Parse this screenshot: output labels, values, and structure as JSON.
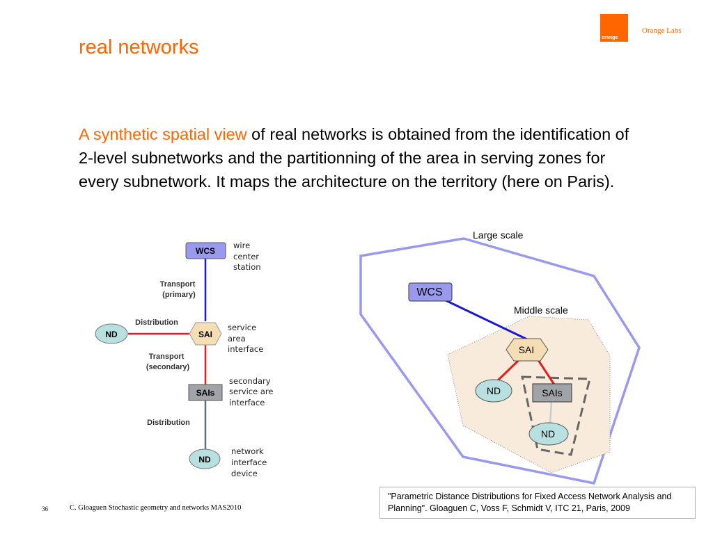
{
  "header": {
    "logo_word": "orange",
    "brand": "Orange Labs",
    "title": "real networks"
  },
  "body": {
    "highlight": "A synthetic spatial view",
    "text": " of real networks is obtained from the identification of 2-level subnetworks and the partitionning of the area  in serving zones for every subnetwork. It maps the architecture on the territory (here on Paris)."
  },
  "left_diagram": {
    "nodes": {
      "wcs": "WCS",
      "sai": "SAI",
      "sais": "SAIs",
      "nd_left": "ND",
      "nd_bottom": "ND"
    },
    "descriptions": {
      "wcs": [
        "wire",
        "center",
        "station"
      ],
      "sai": [
        "service",
        "area",
        "interface"
      ],
      "sais": [
        "secondary",
        "service are",
        "interface"
      ],
      "nd": [
        "network",
        "interface",
        "device"
      ]
    },
    "links": {
      "transport_primary": [
        "Transport",
        "(primary)"
      ],
      "distribution_top": "Distribution",
      "transport_secondary": [
        "Transport",
        "(secondary)"
      ],
      "distribution_bottom": "Distribution"
    },
    "colors": {
      "wcs_fill": "#9999ee",
      "sai_fill": "#f5deb3",
      "sais_fill": "#a0a4a8",
      "nd_fill": "#b9e0e0",
      "primary_link": "#1a1ad4",
      "distribution_link": "#e02020",
      "secondary_link": "#607080"
    }
  },
  "right_diagram": {
    "large_scale_label": "Large scale",
    "middle_scale_label": "Middle scale",
    "nodes": {
      "wcs": "WCS",
      "sai": "SAI",
      "nd_left": "ND",
      "sais": "SAIs",
      "nd_bottom": "ND"
    },
    "colors": {
      "large_zone": "#9999ee",
      "middle_zone_fill": "#f8ebdc"
    }
  },
  "footer": {
    "page_number": "36",
    "author_text": "C. Gloaguen Stochastic geometry and networks MAS2010",
    "reference": "\"Parametric Distance Distributions for Fixed Access Network Analysis and Planning\". Gloaguen C, Voss F, Schmidt V, ITC 21, Paris, 2009"
  }
}
